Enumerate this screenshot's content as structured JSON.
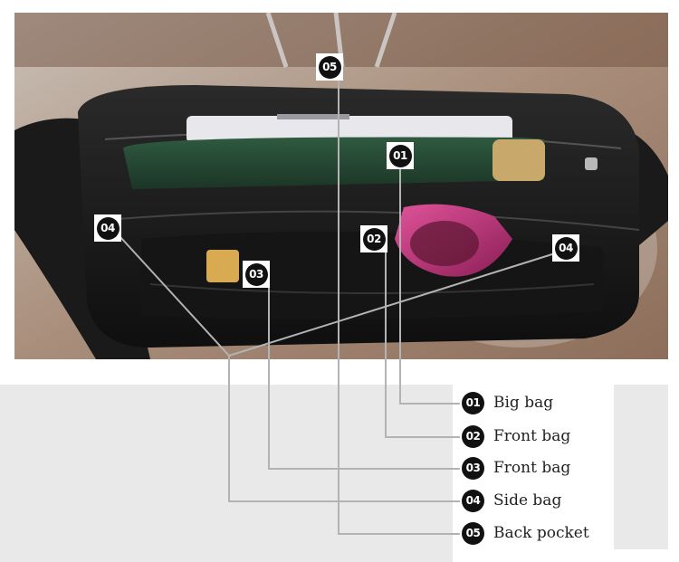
{
  "callouts": [
    {
      "id": "01",
      "label": "Big bag"
    },
    {
      "id": "02",
      "label": "Front bag"
    },
    {
      "id": "03",
      "label": "Front bag"
    },
    {
      "id": "04",
      "label": "Side bag"
    },
    {
      "id": "05",
      "label": "Back pocket"
    }
  ],
  "colors": {
    "leader_line": "#b3b3b3",
    "badge": "#111111",
    "panel": "#e9e9ea"
  }
}
